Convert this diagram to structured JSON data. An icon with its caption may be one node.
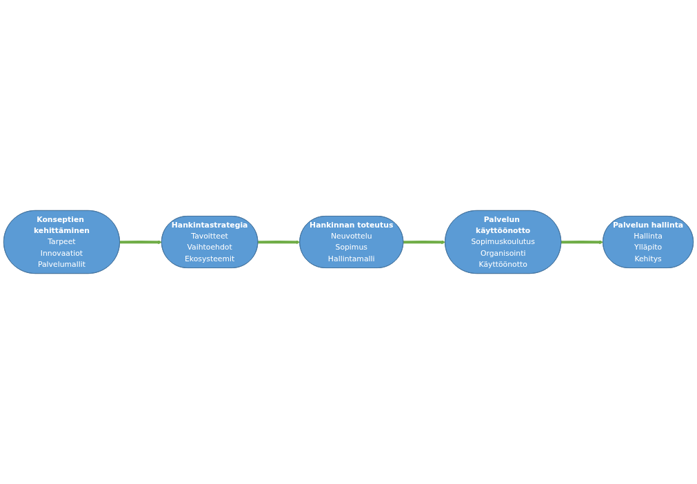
{
  "diagram": {
    "nodes": [
      {
        "text": [
          "Konseptien kehittäminen",
          "Tarpeet",
          "Innovaatiot",
          "Palvelumallit"
        ]
      },
      {
        "text": [
          "Hankintastrategia",
          "Tavoitteet",
          "Vaihtoehdot",
          "Ekosysteemit"
        ]
      },
      {
        "text": [
          "Hankinnan toteutus",
          "Neuvottelu",
          "Sopimus",
          "Hallintamalli"
        ]
      },
      {
        "text": [
          "Palvelun käyttöönotto",
          "Sopimuskoulutus",
          "Organisointi",
          "Käyttöönotto"
        ]
      },
      {
        "text": [
          "Palvelun hallinta",
          "Hallinta",
          "Ylläpito",
          "Kehitys"
        ]
      }
    ],
    "edges": [
      {
        "from": 0,
        "to": 1,
        "arrow": "to"
      },
      {
        "from": 1,
        "to": 2,
        "arrow": "to"
      },
      {
        "from": 2,
        "to": 3,
        "arrow": "to"
      },
      {
        "from": 3,
        "to": 4,
        "arrow": "to"
      }
    ]
  }
}
